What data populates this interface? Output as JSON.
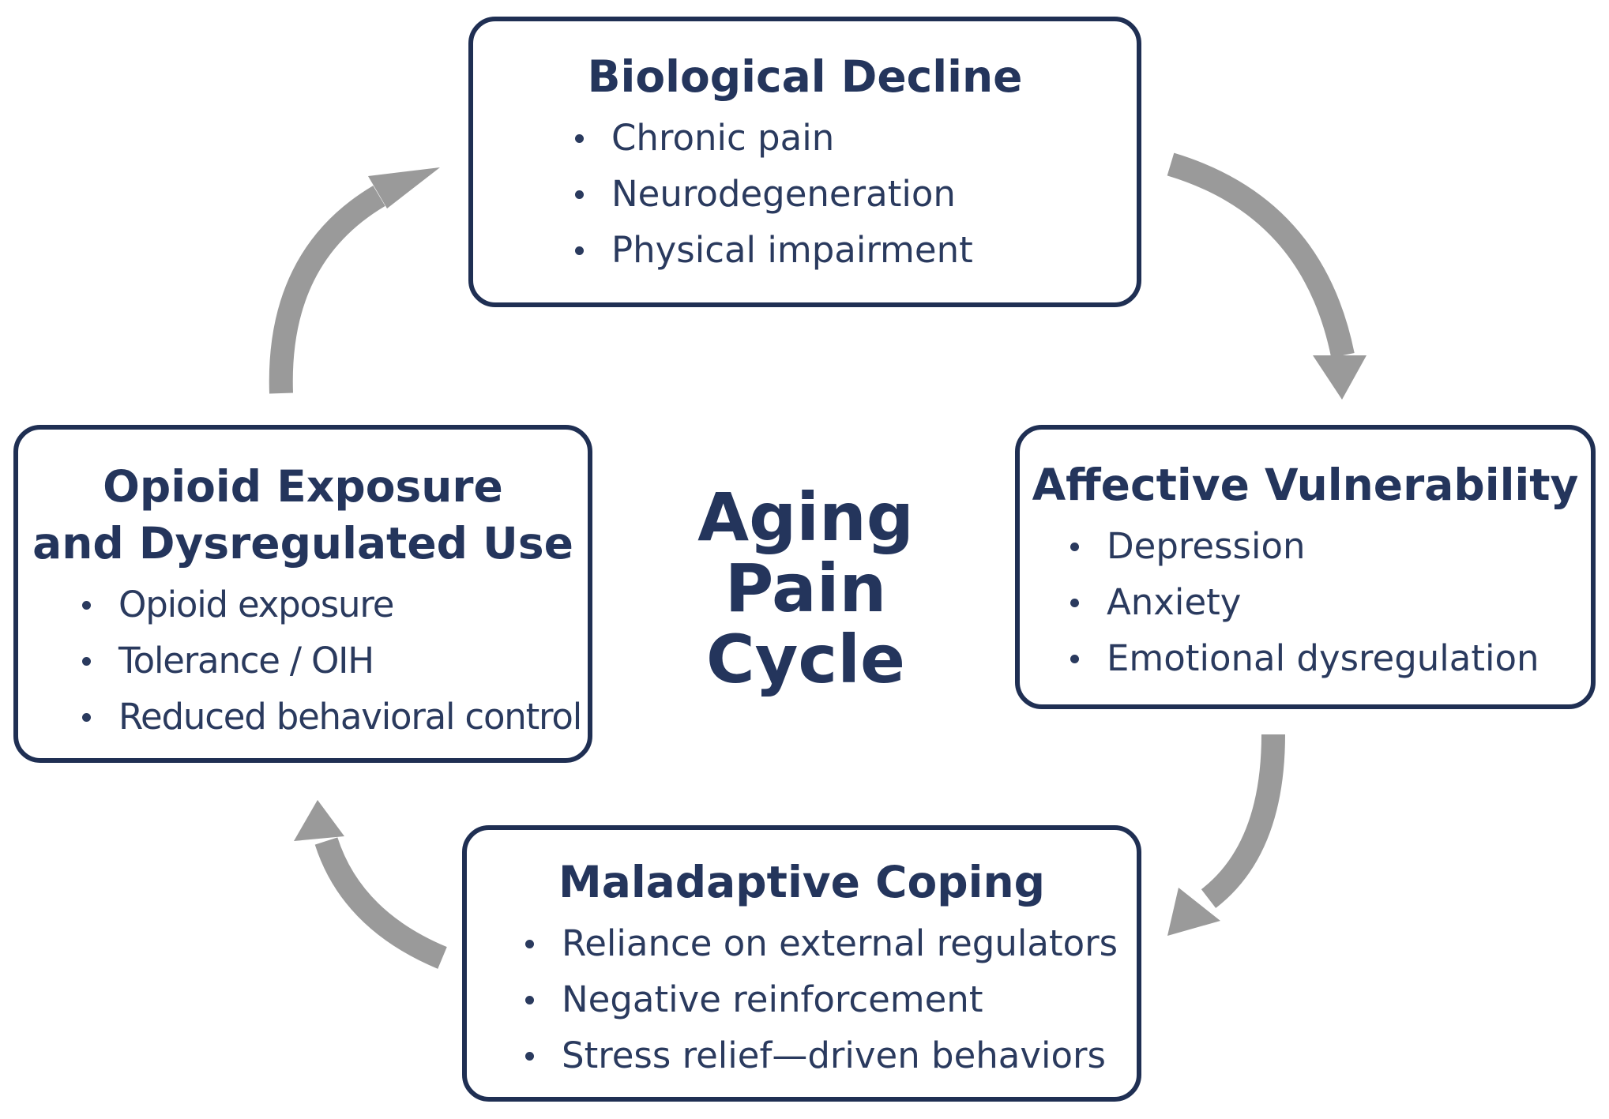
{
  "center": {
    "lines": [
      "Aging",
      "Pain",
      "Cycle"
    ]
  },
  "boxes": {
    "biological": {
      "title": "Biological Decline",
      "items": [
        "Chronic pain",
        "Neurodegeneration",
        "Physical impairment"
      ]
    },
    "affective": {
      "title": "Affective Vulnerability",
      "items": [
        "Depression",
        "Anxiety",
        "Emotional dysregulation"
      ]
    },
    "maladaptive": {
      "title": "Maladaptive Coping",
      "items": [
        "Reliance on external regulators",
        "Negative reinforcement",
        "Stress relief—driven behaviors"
      ]
    },
    "opioid": {
      "title_lines": [
        "Opioid Exposure",
        "and Dysregulated Use"
      ],
      "items": [
        "Opioid exposure",
        "Tolerance / OIH",
        "Reduced behavioral control"
      ]
    }
  },
  "colors": {
    "box_border": "#1f2f53",
    "text": "#24355c",
    "arrow": "#9a9a9a",
    "background": "#ffffff"
  }
}
